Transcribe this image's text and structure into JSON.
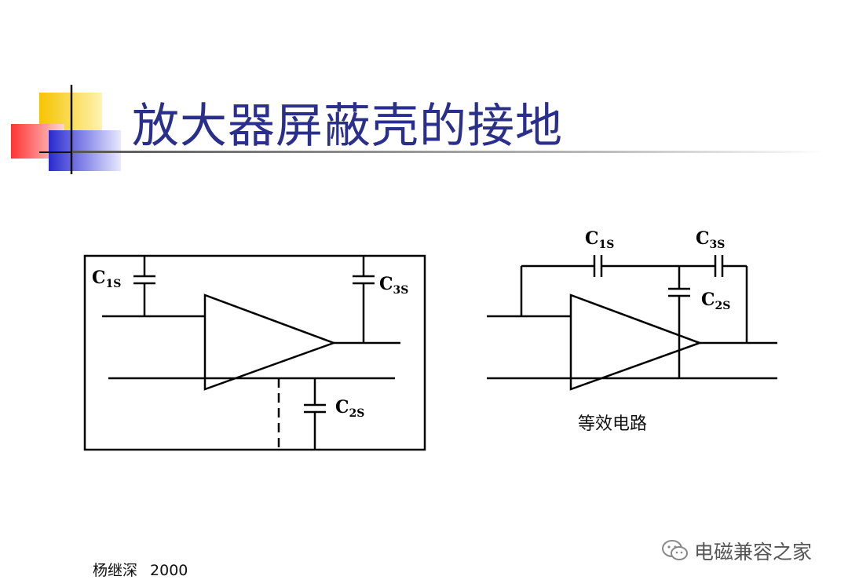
{
  "slide": {
    "title": "放大器屏蔽壳的接地",
    "footer": {
      "author": "杨继深",
      "year": "2000"
    },
    "watermark": "电磁兼容之家",
    "icon": "wechat-icon"
  },
  "left_circuit": {
    "capacitors": [
      {
        "base": "C",
        "sub": "1S"
      },
      {
        "base": "C",
        "sub": "3S"
      },
      {
        "base": "C",
        "sub": "2S"
      }
    ]
  },
  "right_circuit": {
    "capacitors": [
      {
        "base": "C",
        "sub": "1S"
      },
      {
        "base": "C",
        "sub": "3S"
      },
      {
        "base": "C",
        "sub": "2S"
      }
    ],
    "label": "等效电路"
  },
  "colors": {
    "title": "#2b2f8c",
    "deco_yellow": "#f7d000",
    "deco_red": "#ff5a5a",
    "deco_blue": "#3b3bd1"
  }
}
